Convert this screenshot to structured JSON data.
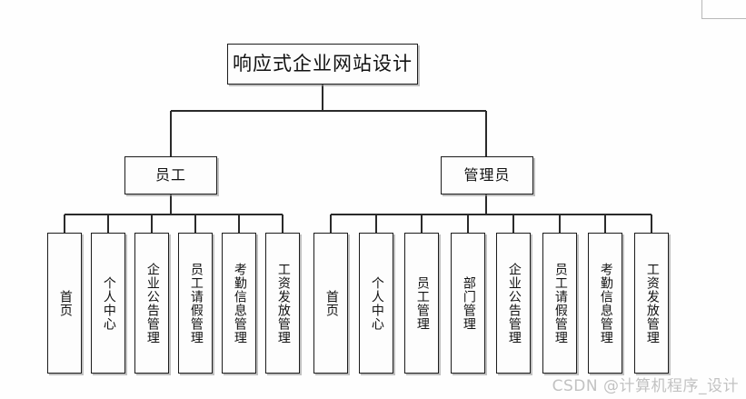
{
  "diagram": {
    "type": "tree",
    "title_node": {
      "label": "响应式企业网站设计"
    },
    "branches": [
      {
        "label": "员工"
      },
      {
        "label": "管理员"
      }
    ],
    "employee_leaves": [
      {
        "label": "首页"
      },
      {
        "label": "个人中心"
      },
      {
        "label": "企业公告管理"
      },
      {
        "label": "员工请假管理"
      },
      {
        "label": "考勤信息管理"
      },
      {
        "label": "工资发放管理"
      }
    ],
    "admin_leaves": [
      {
        "label": "首页"
      },
      {
        "label": "个人中心"
      },
      {
        "label": "员工管理"
      },
      {
        "label": "部门管理"
      },
      {
        "label": "企业公告管理"
      },
      {
        "label": "员工请假管理"
      },
      {
        "label": "考勤信息管理"
      },
      {
        "label": "工资发放管理"
      }
    ]
  },
  "watermark": {
    "text": "CSDN @计算机程序_设计"
  },
  "colors": {
    "background": "#fefefe",
    "box_fill": "#fdfdfd",
    "box_border": "#1c1c1c",
    "line": "#2a2a2a",
    "watermark": "#c2c2c2",
    "artifact": "#b8b8b8"
  }
}
